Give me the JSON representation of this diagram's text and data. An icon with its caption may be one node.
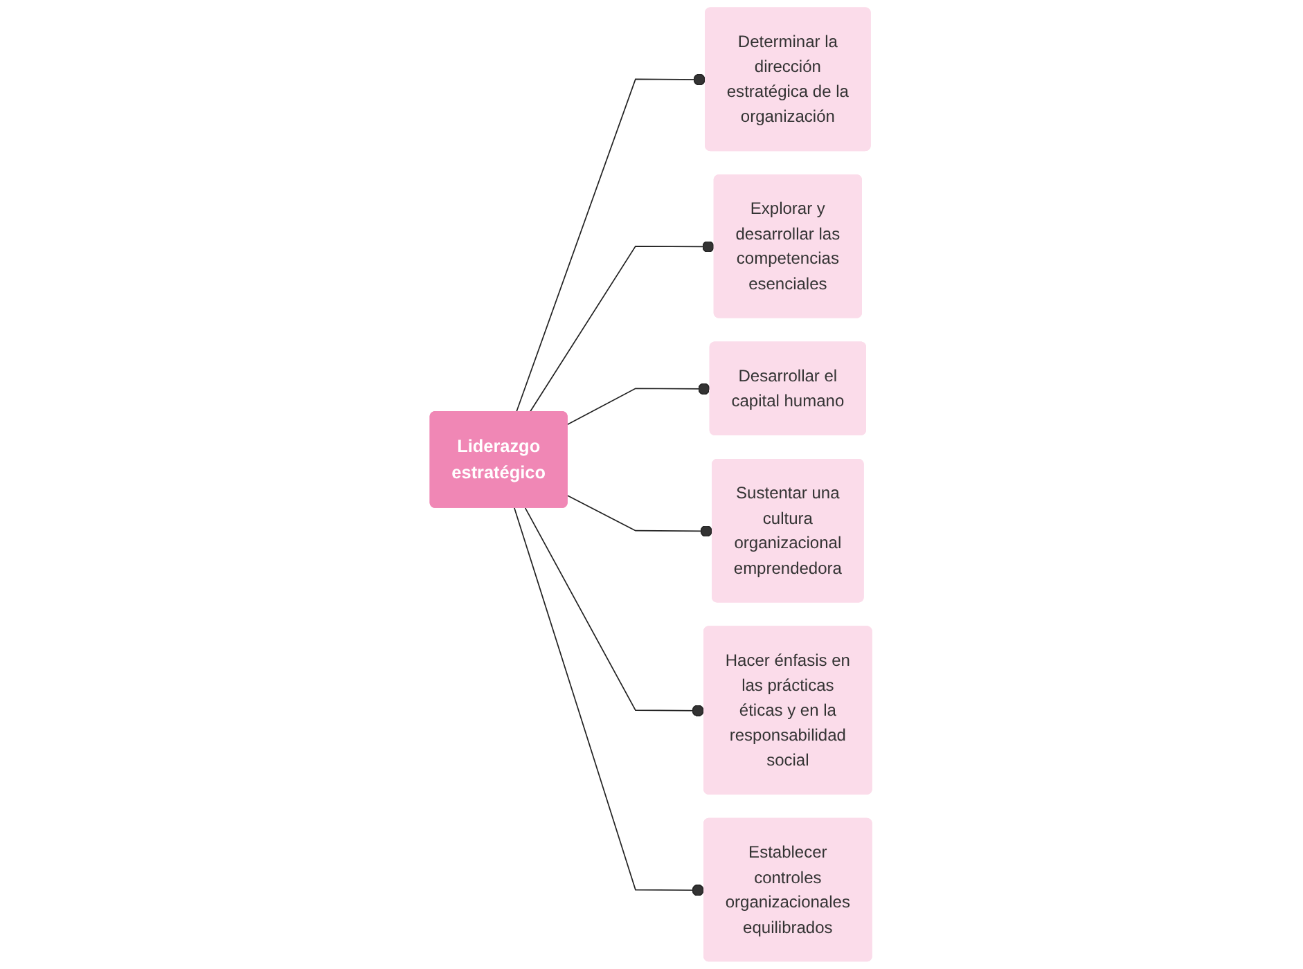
{
  "diagram": {
    "nodes": [
      {
        "text": [
          "Liderazgo estratégico"
        ]
      },
      {
        "text": [
          "Determinar la dirección estratégica de la organización"
        ]
      },
      {
        "text": [
          "Explorar y desarrollar las competencias esenciales"
        ]
      },
      {
        "text": [
          "Desarrollar el capital humano"
        ]
      },
      {
        "text": [
          "Sustentar una cultura organizacional emprendedora"
        ]
      },
      {
        "text": [
          "Hacer énfasis en las prácticas éticas y en la responsabilidad social"
        ]
      },
      {
        "text": [
          "Establecer controles organizacionales equilibrados"
        ]
      }
    ],
    "edges": [
      {
        "from": 0,
        "to": 1,
        "arrow": "other"
      },
      {
        "from": 0,
        "to": 2,
        "arrow": "other"
      },
      {
        "from": 0,
        "to": 3,
        "arrow": "other"
      },
      {
        "from": 0,
        "to": 4,
        "arrow": "other"
      },
      {
        "from": 0,
        "to": 5,
        "arrow": "other"
      },
      {
        "from": 0,
        "to": 6,
        "arrow": "other"
      }
    ]
  }
}
